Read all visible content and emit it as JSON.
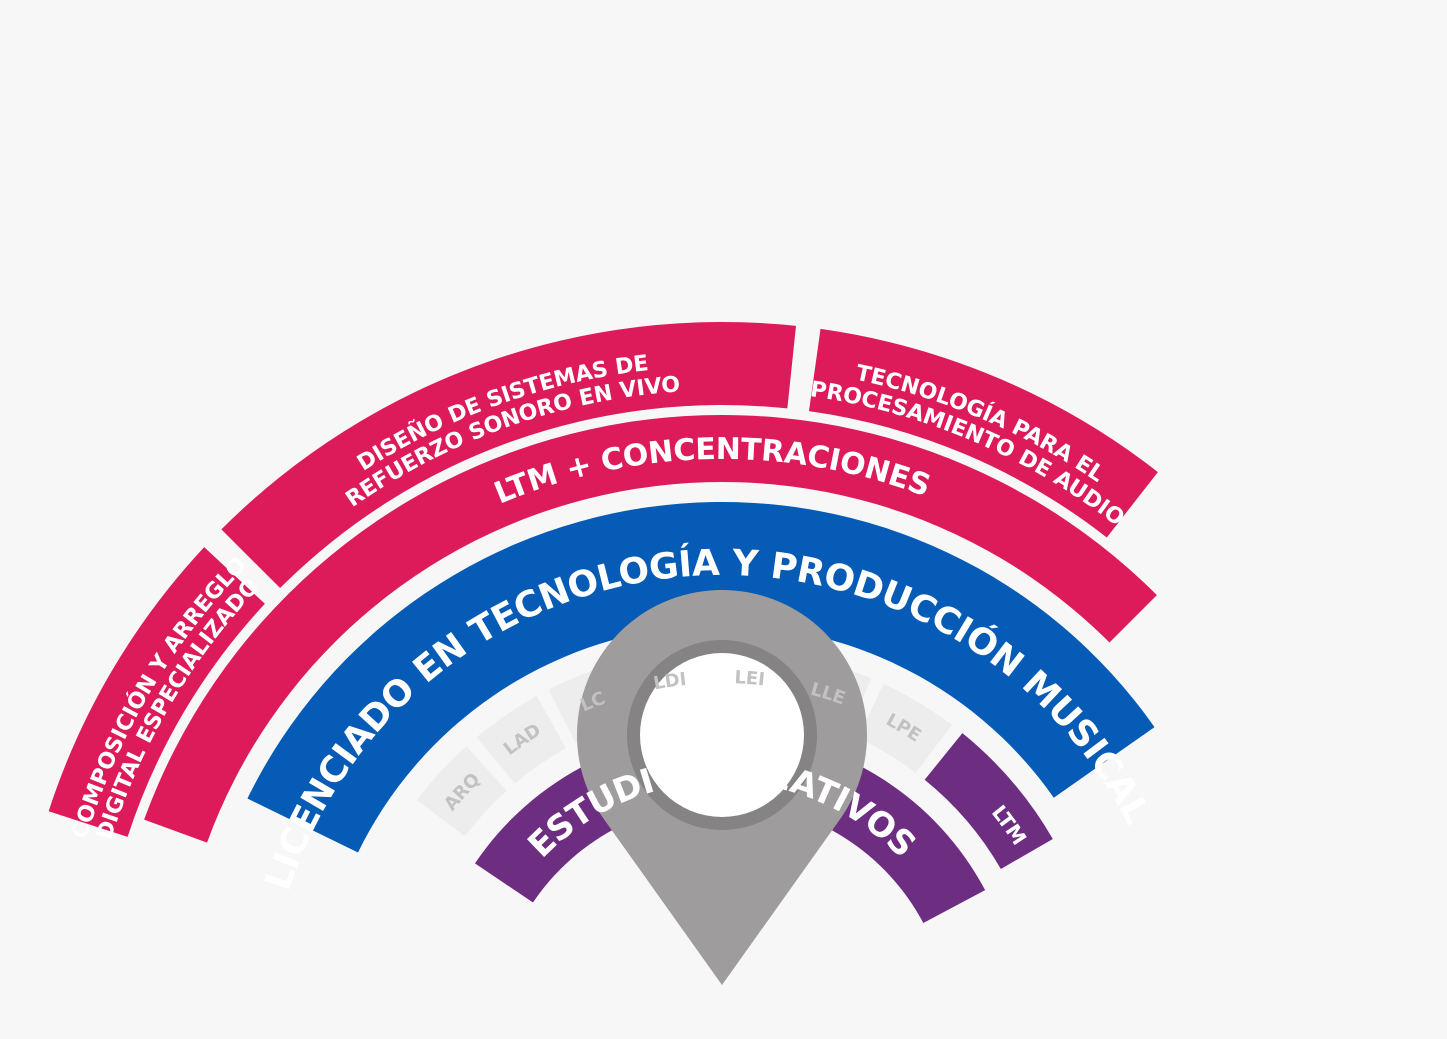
{
  "colors": {
    "background": "#f7f7f8",
    "magenta": "#dd1a5a",
    "blue": "#055bb5",
    "purple": "#6d2e82",
    "light_gray": "#ededee",
    "light_gray_text": "#c2c2c4",
    "pin": "#9e9c9c",
    "pin_ring": "#858383",
    "white": "#ffffff"
  },
  "outer_ring": {
    "left_line1": "COMPOSICIÓN Y ARREGLO",
    "left_line2": "DIGITAL ESPECIALIZADO",
    "center_line1": "DISEÑO DE SISTEMAS DE",
    "center_line2": "REFUERZO SONORO EN VIVO",
    "right_line1": "TECNOLOGÍA PARA EL",
    "right_line2": "PROCESAMIENTO DE AUDIO"
  },
  "concentraciones_ring": {
    "label": "LTM + CONCENTRACIONES"
  },
  "licenciado_ring": {
    "label": "LICENCIADO EN TECNOLOGÍA Y PRODUCCIÓN MUSICAL"
  },
  "programs_ring": {
    "items": [
      "ARQ",
      "LAD",
      "LC",
      "LDI",
      "LEI",
      "LLE",
      "LPE"
    ],
    "active": "LTM"
  },
  "estudios_ring": {
    "label": "ESTUDIOS CREATIVOS"
  },
  "pin": {
    "icon": "location-pin-icon"
  }
}
